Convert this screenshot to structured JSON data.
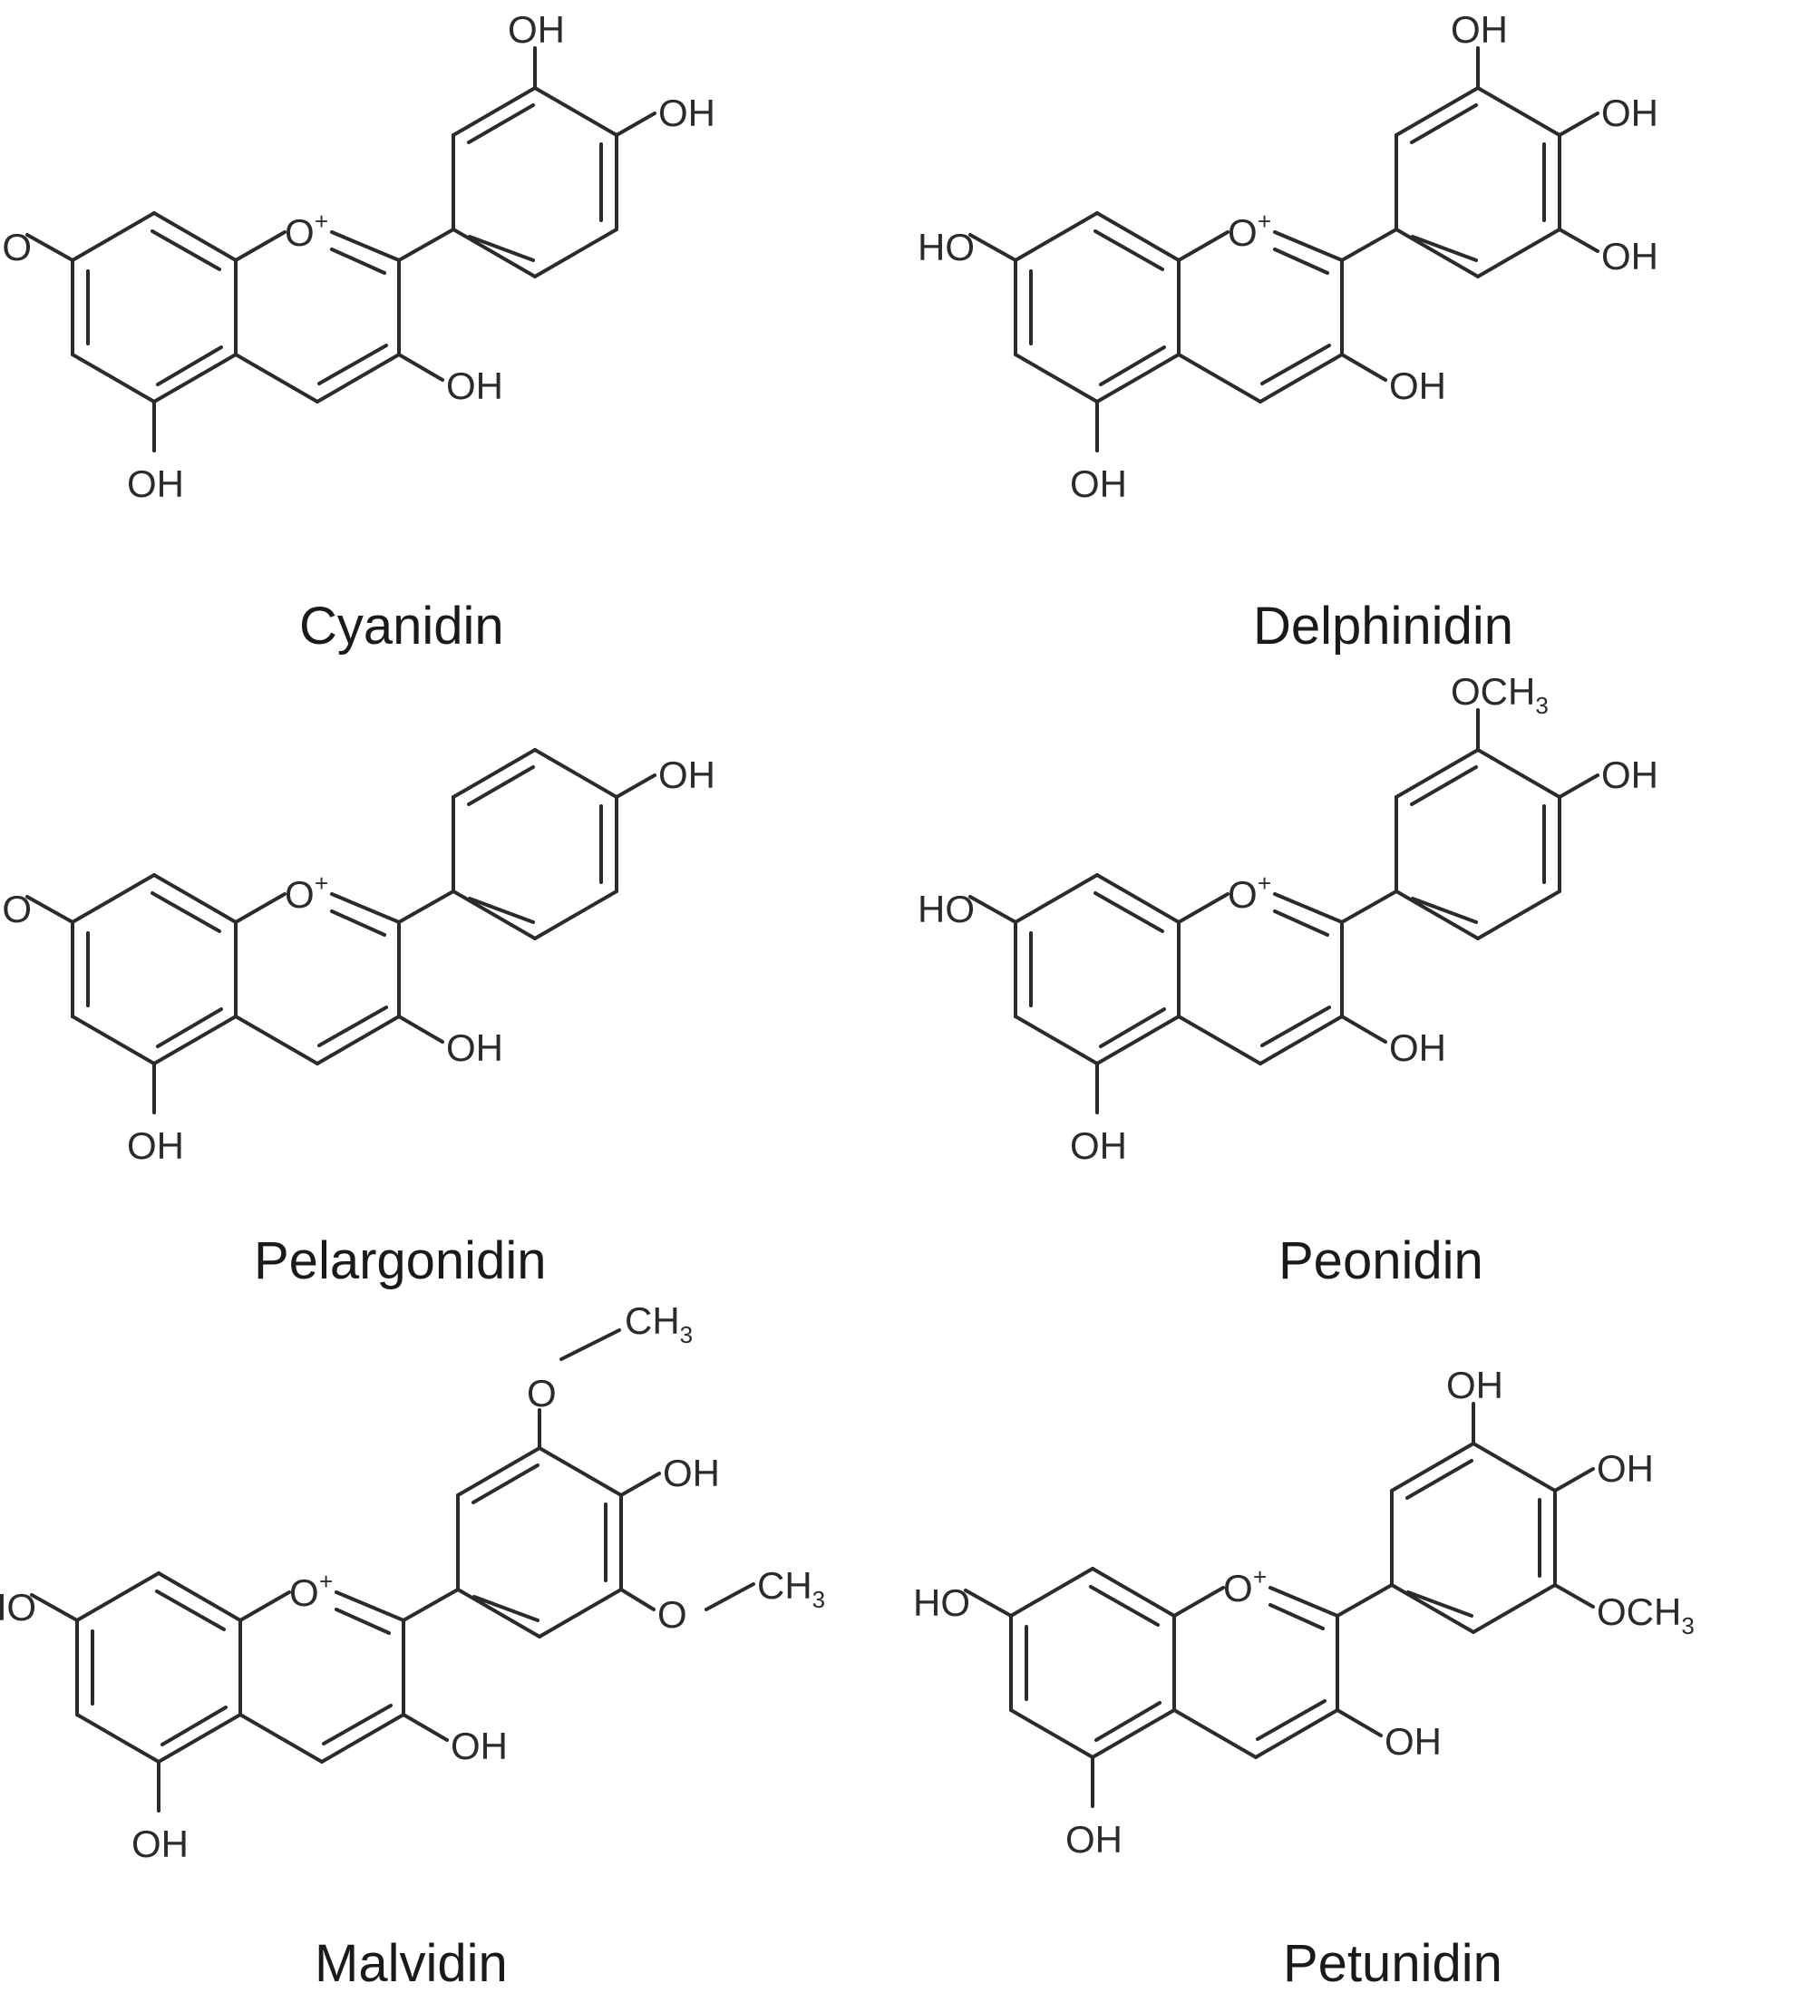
{
  "compounds": [
    {
      "name": "Cyanidin",
      "core": {
        "oxonium": "O",
        "charge": "+",
        "ho7": "HO",
        "oh5": "OH",
        "oh3": "OH"
      },
      "ring": {
        "r3": "OH",
        "r4": "OH",
        "r5": ""
      }
    },
    {
      "name": "Delphinidin",
      "core": {
        "oxonium": "O",
        "charge": "+",
        "ho7": "HO",
        "oh5": "OH",
        "oh3": "OH"
      },
      "ring": {
        "r3": "OH",
        "r4": "OH",
        "r5": "OH"
      }
    },
    {
      "name": "Pelargonidin",
      "core": {
        "oxonium": "O",
        "charge": "+",
        "ho7": "HO",
        "oh5": "OH",
        "oh3": "OH"
      },
      "ring": {
        "r3": "",
        "r4": "OH",
        "r5": ""
      }
    },
    {
      "name": "Peonidin",
      "core": {
        "oxonium": "O",
        "charge": "+",
        "ho7": "HO",
        "oh5": "OH",
        "oh3": "OH"
      },
      "ring": {
        "r3": "OCH",
        "r3_sub": "3",
        "r4": "OH",
        "r5": ""
      }
    },
    {
      "name": "Malvidin",
      "core": {
        "oxonium": "O",
        "charge": "+",
        "ho7": "HO",
        "oh5": "OH",
        "oh3": "OH"
      },
      "ring": {
        "r3_o": "O",
        "r3_me": "CH",
        "r3_me_sub": "3",
        "r4": "OH",
        "r5_o": "O",
        "r5_me": "CH",
        "r5_me_sub": "3"
      }
    },
    {
      "name": "Petunidin",
      "core": {
        "oxonium": "O",
        "charge": "+",
        "ho7": "HO",
        "oh5": "OH",
        "oh3": "OH"
      },
      "ring": {
        "r3": "OH",
        "r4": "OH",
        "r5": "OCH",
        "r5_sub": "3"
      }
    }
  ]
}
